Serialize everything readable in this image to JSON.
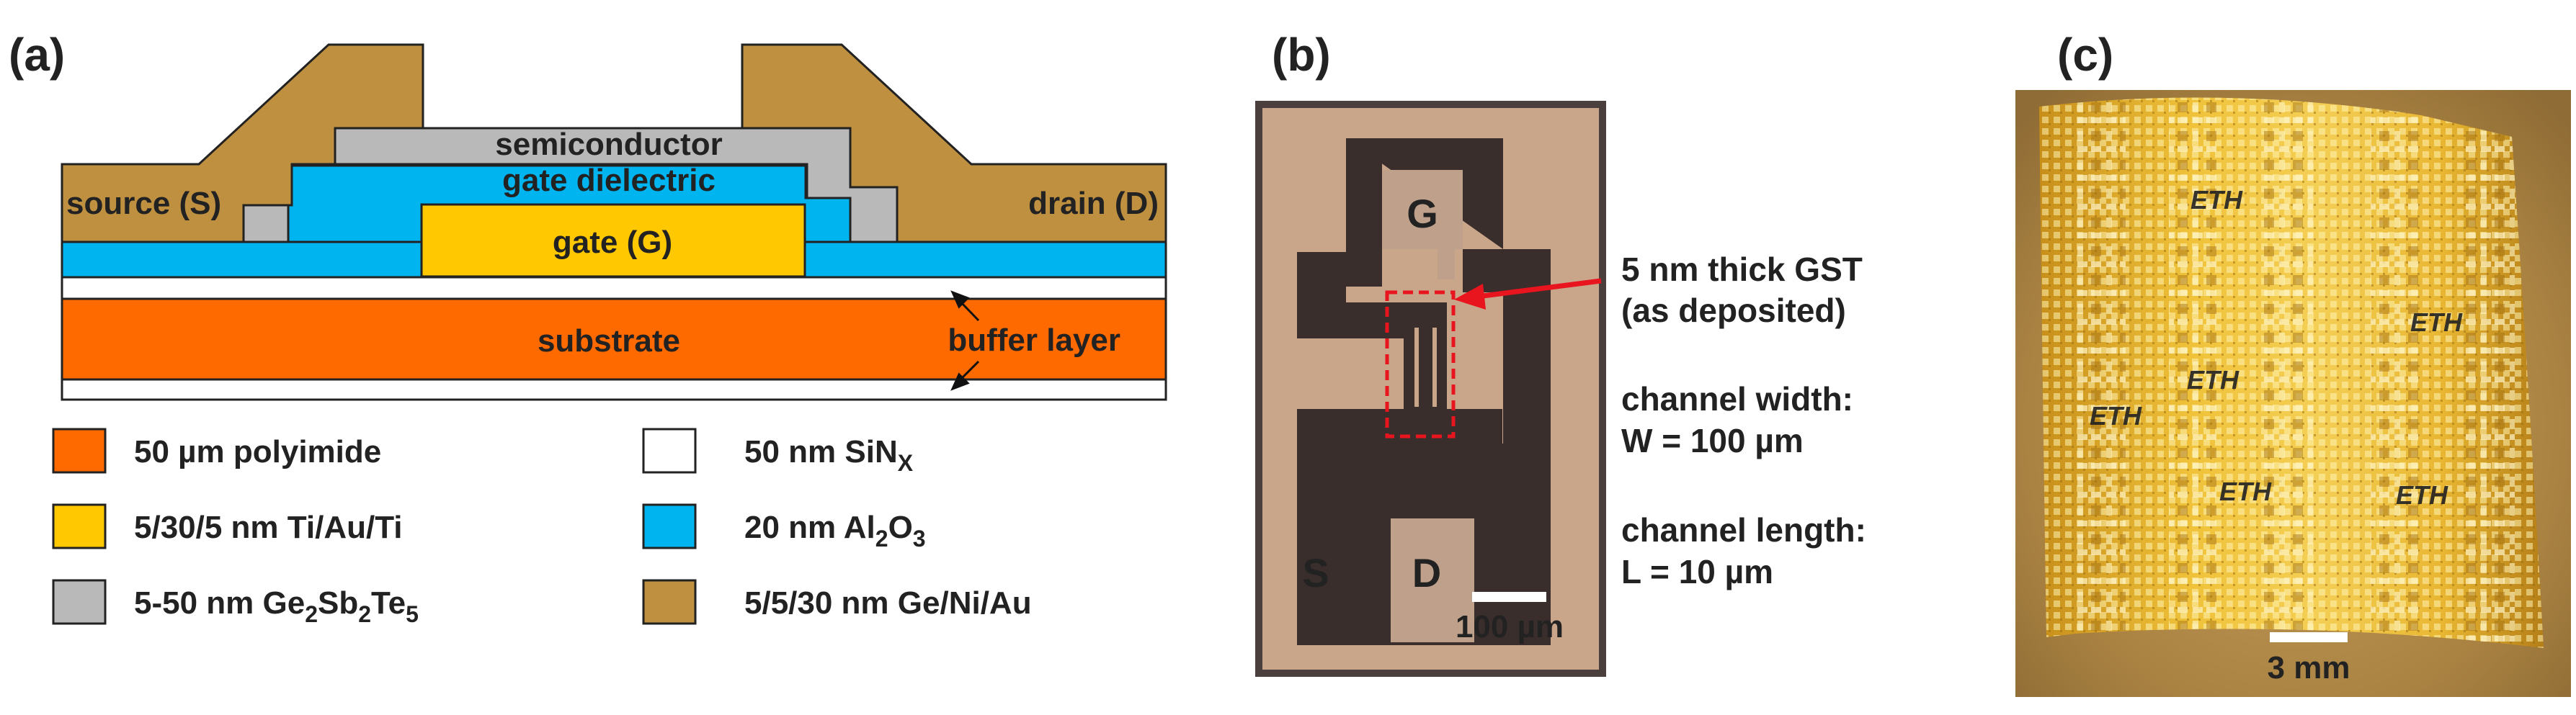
{
  "panels": {
    "a": "(a)",
    "b": "(b)",
    "c": "(c)"
  },
  "stack": {
    "semiconductor": "semiconductor",
    "gate_dielectric": "gate dielectric",
    "source": "source (S)",
    "drain": "drain (D)",
    "gate": "gate (G)",
    "substrate": "substrate",
    "buffer_layer": "buffer layer"
  },
  "legend": [
    {
      "main": "50 µm polyimide",
      "color": "#ff6a00"
    },
    {
      "main": "5/30/5 nm Ti/Au/Ti",
      "color": "#ffc800"
    },
    {
      "main": "5-50 nm Ge",
      "s1": "2",
      "m1": "Sb",
      "s2": "2",
      "m2": "Te",
      "s3": "5",
      "color": "#b9b9b9"
    },
    {
      "main": "50 nm SiN",
      "s1": "X",
      "color": "#ffffff"
    },
    {
      "main": "20 nm Al",
      "s1": "2",
      "m1": "O",
      "s2": "3",
      "color": "#00b4f0"
    },
    {
      "main": "5/5/30 nm Ge/Ni/Au",
      "color": "#bf9040"
    }
  ],
  "micrograph": {
    "G": "G",
    "S": "S",
    "D": "D",
    "scale": "100 µm"
  },
  "annotations": {
    "gst1": "5 nm thick GST",
    "gst2": "(as deposited)",
    "w1": "channel width:",
    "w2": "W = 100 µm",
    "l1": "channel length:",
    "l2": "L = 10 µm"
  },
  "photo": {
    "scale": "3 mm",
    "logo": "ETH"
  },
  "colors": {
    "polyimide": "#ff6a00",
    "gate_metal": "#ffc800",
    "gst": "#b9b9b9",
    "sin": "#ffffff",
    "alumina": "#00b4f0",
    "contact": "#bf9040",
    "dark_pad": "#3a2e2c",
    "copper_bg": "#c9a58a",
    "arrow": "#e8141e"
  }
}
